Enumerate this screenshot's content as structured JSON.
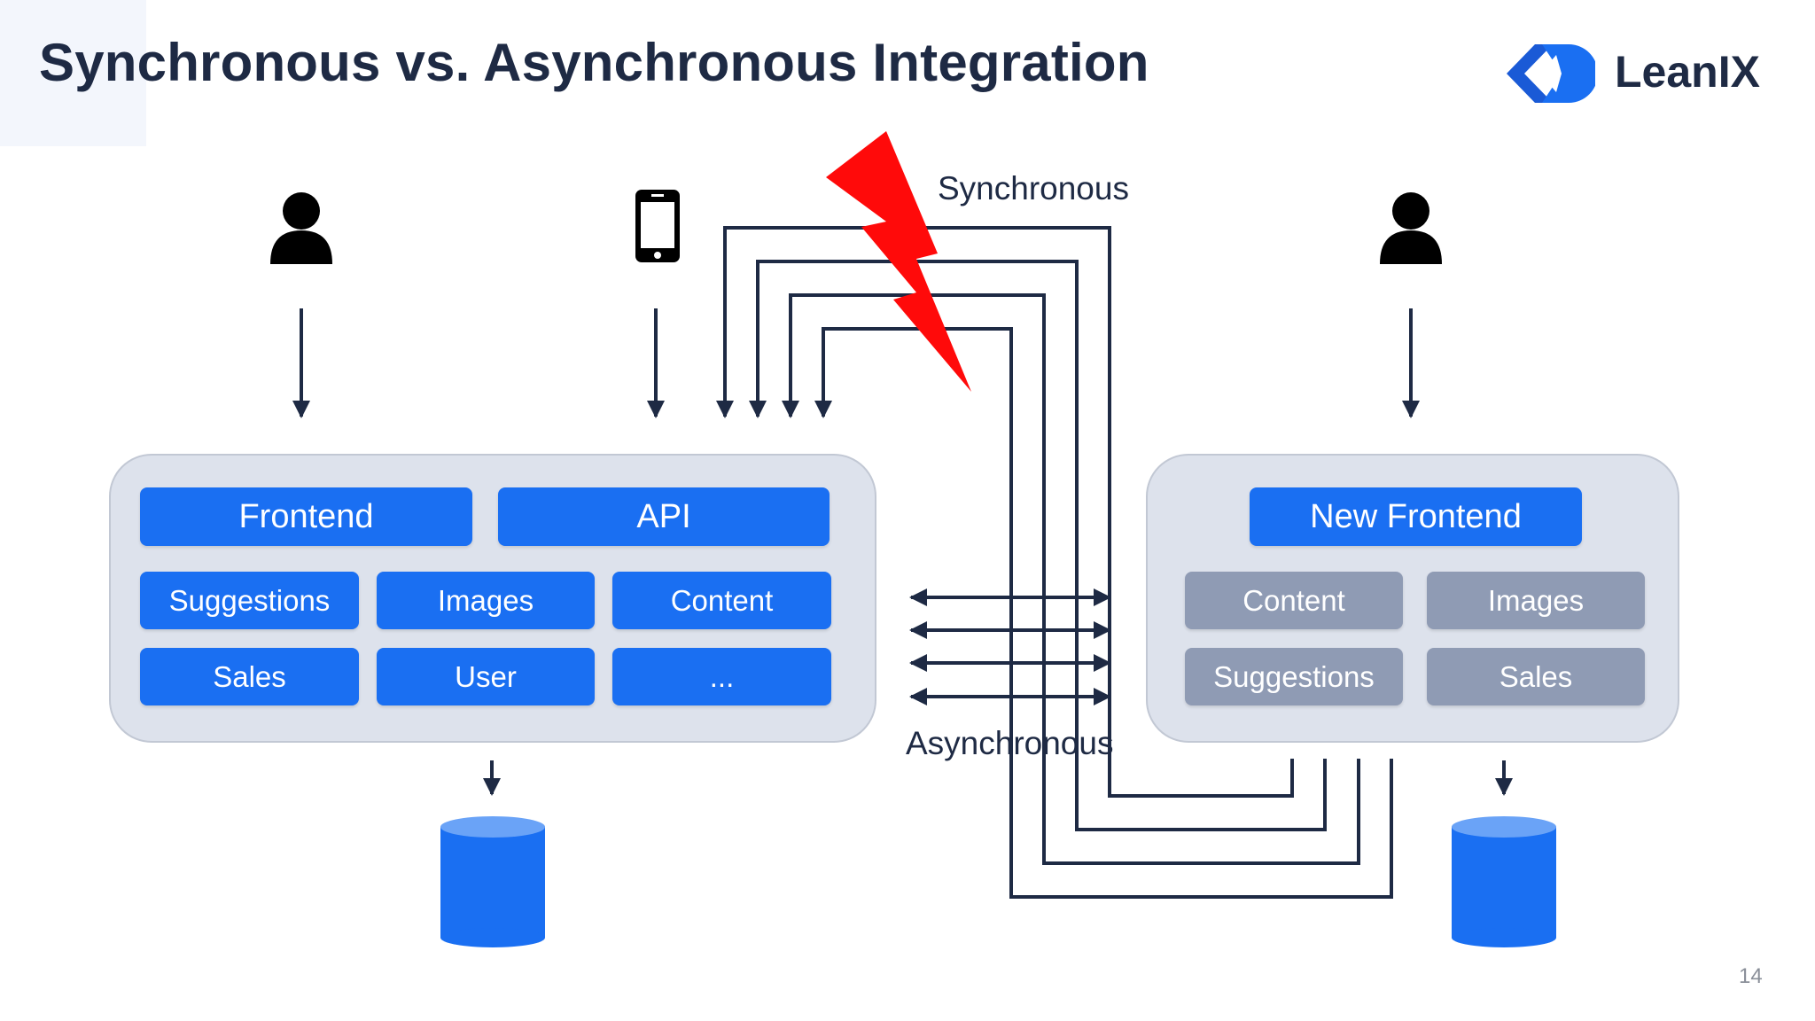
{
  "title": "Synchronous vs. Asynchronous Integration",
  "logo": {
    "text": "LeanIX"
  },
  "page_number": "14",
  "labels": {
    "synchronous": "Synchronous",
    "asynchronous": "Asynchronous"
  },
  "left_panel": {
    "top_row": [
      "Frontend",
      "API"
    ],
    "row2": [
      "Suggestions",
      "Images",
      "Content"
    ],
    "row3": [
      "Sales",
      "User",
      "..."
    ]
  },
  "right_panel": {
    "top": "New Frontend",
    "row2": [
      "Content",
      "Images"
    ],
    "row3": [
      "Suggestions",
      "Sales"
    ]
  },
  "colors": {
    "blue_box": "#1a6ff2",
    "grey_box": "#8f9bb4",
    "panel": "#dde2ec",
    "line": "#1e2a44",
    "lightning": "#ff0000",
    "database": "#1a6ff2"
  },
  "icons": [
    "user-icon",
    "mobile-phone-icon",
    "user-icon",
    "lightning-icon",
    "database-icon",
    "database-icon",
    "leanix-logo-icon"
  ]
}
